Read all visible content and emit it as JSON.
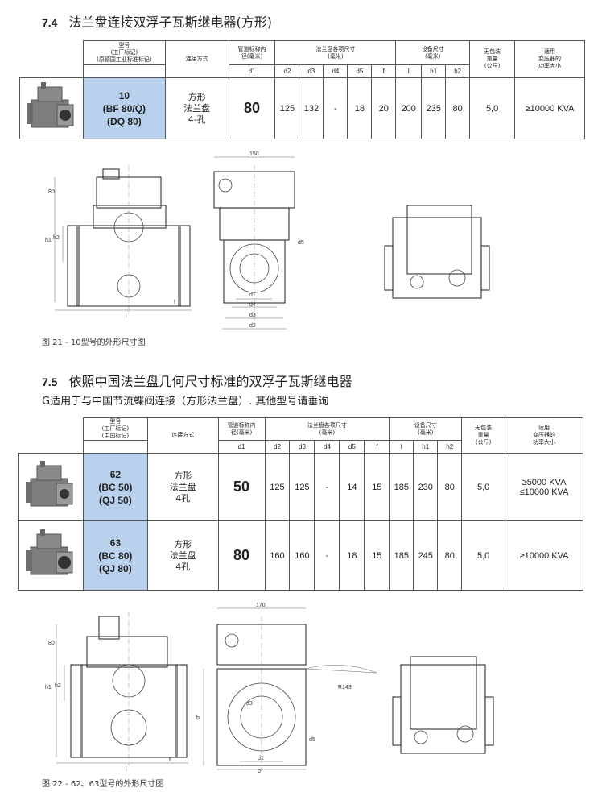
{
  "section1": {
    "number": "7.4",
    "title": "法兰盘连接双浮子瓦斯继电器(方形)",
    "headers": {
      "model": "型号\n(工厂标记)\n(原德国工业标准标记)",
      "connection": "连接方式",
      "pipe": "管道标称内\n径(毫米)",
      "flange": "法兰盘各项尺寸\n(毫米)",
      "device": "设备尺寸\n(毫米)",
      "weight": "无包装\n重量\n(公斤)",
      "power": "适用\n变压器的\n功率大小",
      "sub": [
        "d1",
        "d2",
        "d3",
        "d4",
        "d5",
        "f",
        "l",
        "h1",
        "h2"
      ]
    },
    "rows": [
      {
        "model": [
          "10",
          "(BF 80/Q)",
          "(DQ 80)"
        ],
        "connection": [
          "方形",
          "法兰盘",
          "4-孔"
        ],
        "d1": "80",
        "d2": "125",
        "d3": "132",
        "d4": "-",
        "d5": "18",
        "f": "20",
        "l": "200",
        "h1": "235",
        "h2": "80",
        "weight": "5,0",
        "power": [
          "≥10000 KVA"
        ]
      }
    ],
    "caption": "图 21 - 10型号的外形尺寸图",
    "drawing_labels": {
      "top_dim": "150",
      "dim80": "80",
      "h1": "h1",
      "h2": "h2",
      "l": "l",
      "f": "f",
      "d1": "d1",
      "d4": "d4",
      "d3": "d3",
      "d2": "d2",
      "d5": "d5"
    }
  },
  "section2": {
    "number": "7.5",
    "title": "依照中国法兰盘几何尺寸标准的双浮子瓦斯继电器",
    "subtitle": "G适用于与中国节流蝶阀连接（方形法兰盘）. 其他型号请垂询",
    "headers": {
      "model": "型号\n(工厂标记)\n(中国标记)",
      "connection": "连接方式",
      "pipe": "管道标称内\n径(毫米)",
      "flange": "法兰盘各项尺寸\n(毫米)",
      "device": "设备尺寸\n(毫米)",
      "weight": "无包装\n重量\n(公斤)",
      "power": "适用\n变压器的\n功率大小",
      "sub": [
        "d1",
        "d2",
        "d3",
        "d4",
        "d5",
        "f",
        "l",
        "h1",
        "h2"
      ]
    },
    "rows": [
      {
        "model": [
          "62",
          "(BC 50)",
          "(QJ 50)"
        ],
        "connection": [
          "方形",
          "法兰盘",
          "4孔"
        ],
        "d1": "50",
        "d2": "125",
        "d3": "125",
        "d4": "-",
        "d5": "14",
        "f": "15",
        "l": "185",
        "h1": "230",
        "h2": "80",
        "weight": "5,0",
        "power": [
          "≥5000 KVA",
          "≤10000 KVA"
        ]
      },
      {
        "model": [
          "63",
          "(BC 80)",
          "(QJ 80)"
        ],
        "connection": [
          "方形",
          "法兰盘",
          "4孔"
        ],
        "d1": "80",
        "d2": "160",
        "d3": "160",
        "d4": "-",
        "d5": "18",
        "f": "15",
        "l": "185",
        "h1": "245",
        "h2": "80",
        "weight": "5,0",
        "power": [
          "≥10000 KVA"
        ]
      }
    ],
    "caption": "图 22 - 62、63型号的外形尺寸图",
    "drawing_labels": {
      "top_dim": "170",
      "dim80": "80",
      "h1": "h1",
      "h2": "h2",
      "l": "l",
      "f": "f",
      "d1": "d1",
      "b": "b",
      "d3": "d3",
      "d5": "d5",
      "r": "R143"
    }
  }
}
